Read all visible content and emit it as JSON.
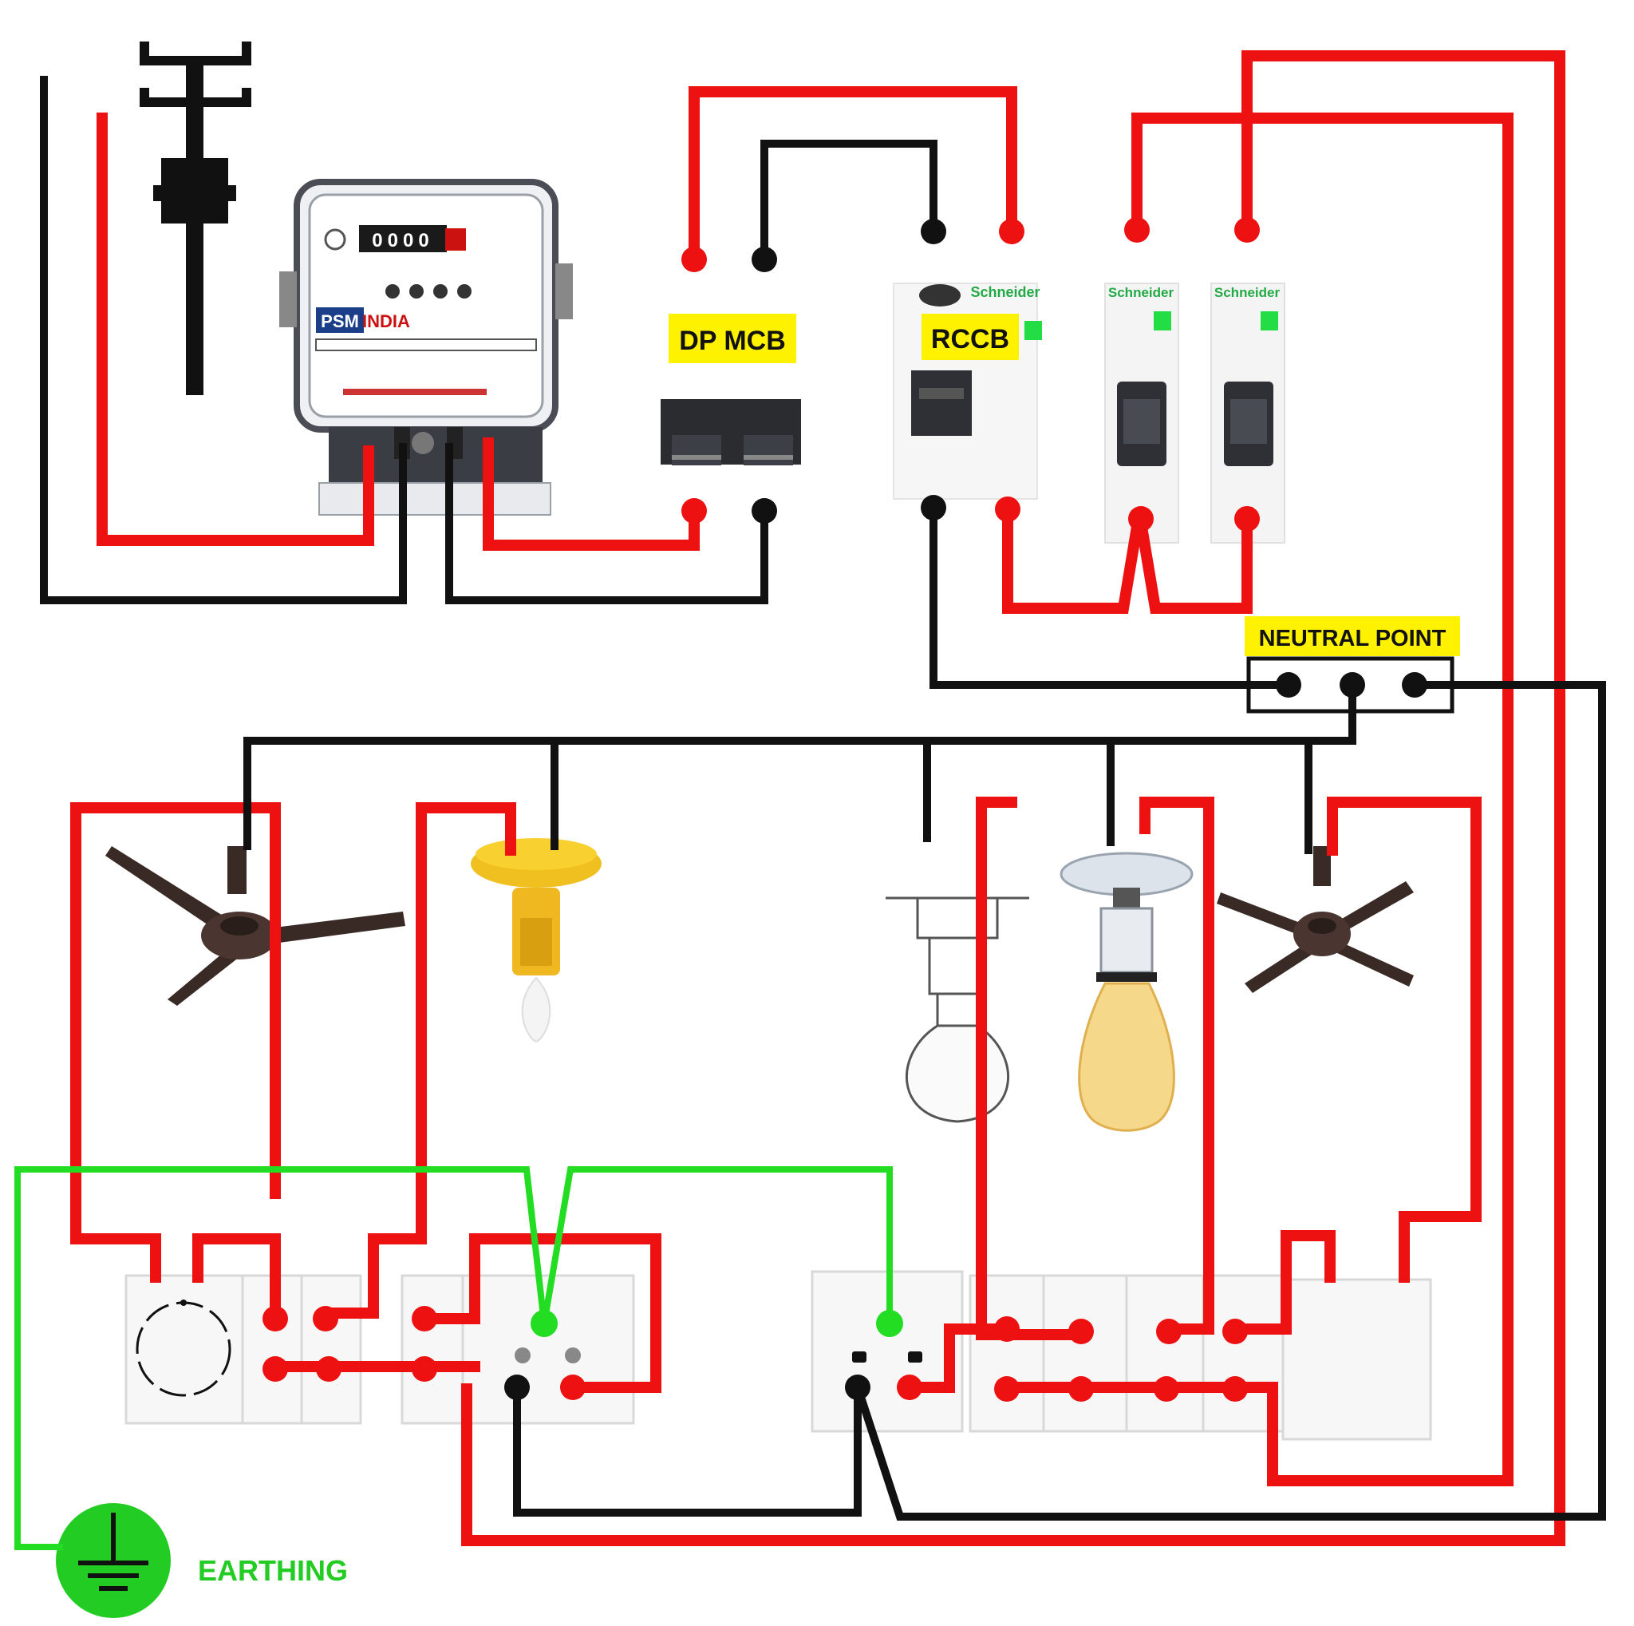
{
  "labels": {
    "dp_mcb": "DP MCB",
    "rccb": "RCCB",
    "neutral_point": "NEUTRAL POINT",
    "earthing": "EARTHING"
  },
  "meter": {
    "brand": "PSM",
    "brand_suffix": "INDIA",
    "reading": "0000"
  },
  "breaker_brand": "Schneider",
  "colors": {
    "phase": "#ee1111",
    "neutral": "#111111",
    "earth": "#22dd22",
    "label_bg": "#fff200",
    "earth_text": "#22cc22"
  }
}
